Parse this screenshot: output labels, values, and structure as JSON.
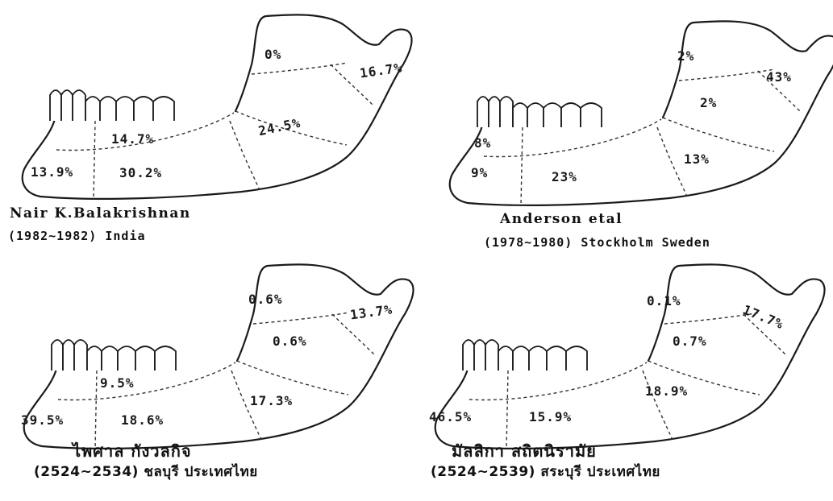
{
  "panels": [
    {
      "regions": {
        "condyle": "0%",
        "coronoid": "16.7%",
        "alveolar": "14.7%",
        "angle": "24.5%",
        "symphysis": "13.9%",
        "body": "30.2%"
      },
      "caption_line1": "Nair K.Balakrishnan",
      "caption_line2": "(1982~1982) India"
    },
    {
      "regions": {
        "condyle": "2%",
        "coronoid": "43%",
        "ramus": "2%",
        "alveolar": "8%",
        "angle": "13%",
        "symphysis": "9%",
        "body": "23%"
      },
      "caption_line1": "Anderson etal",
      "caption_line2": "(1978~1980) Stockholm Sweden"
    },
    {
      "regions": {
        "condyle": "0.6%",
        "coronoid": "13.7%",
        "ramus": "0.6%",
        "alveolar": "9.5%",
        "angle": "17.3%",
        "symphysis": "39.5%",
        "body": "18.6%"
      },
      "caption_line1": "ไพศาล   กังวลกิจ",
      "caption_line2": "(2524~2534) ชลบุรี ประเทศไทย"
    },
    {
      "regions": {
        "condyle": "0.1%",
        "coronoid": "17.7%",
        "ramus": "0.7%",
        "angle": "18.9%",
        "symphysis": "46.5%",
        "body": "15.9%"
      },
      "caption_line1": "มัลลิกา   สถิตนิรามัย",
      "caption_line2": "(2524~2539) สระบุรี ประเทศไทย"
    }
  ]
}
